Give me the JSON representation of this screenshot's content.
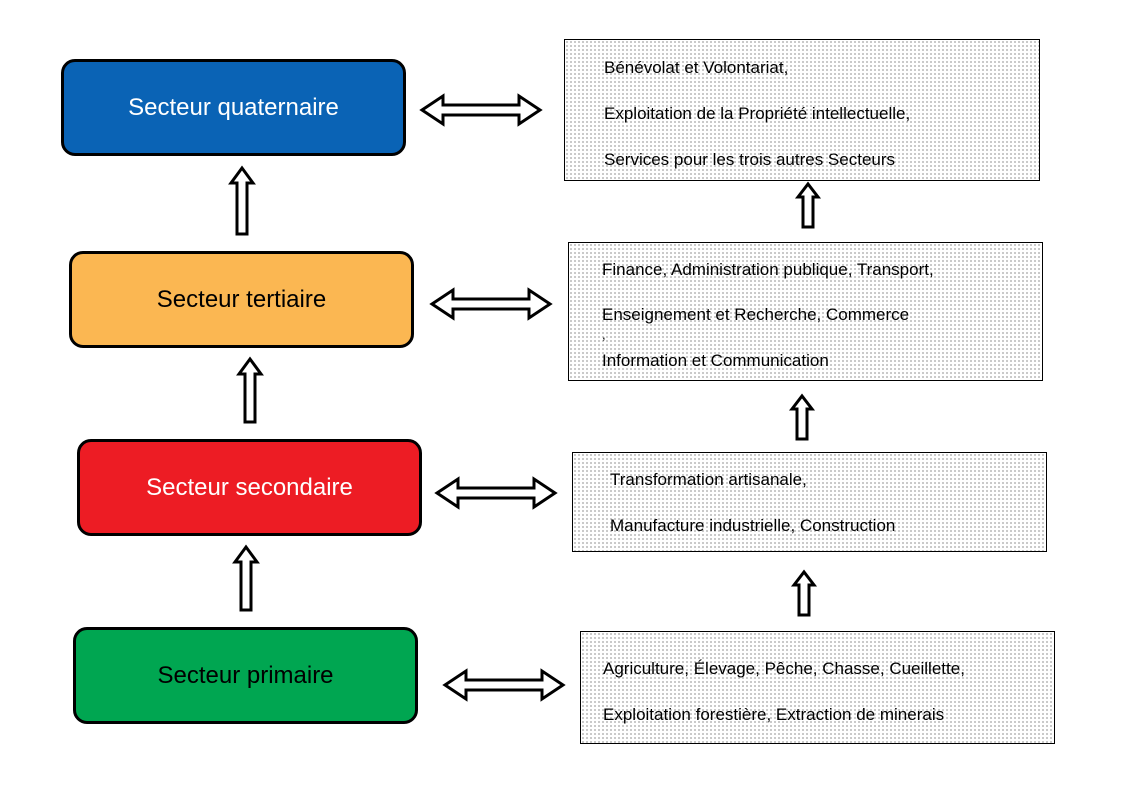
{
  "sectors": {
    "quaternaire": {
      "label": "Secteur quaternaire",
      "color": "#0a63b5",
      "text_color": "#ffffff"
    },
    "tertiaire": {
      "label": "Secteur tertiaire",
      "color": "#fbb752",
      "text_color": "#000000"
    },
    "secondaire": {
      "label": "Secteur secondaire",
      "color": "#ed1c24",
      "text_color": "#ffffff"
    },
    "primaire": {
      "label": "Secteur primaire",
      "color": "#00a651",
      "text_color": "#000000"
    }
  },
  "details": {
    "quaternaire": [
      "Bénévolat et Volontariat,",
      "Exploitation de la Propriété intellectuelle,",
      "Services pour les trois autres Secteurs"
    ],
    "tertiaire": [
      "Finance, Administration publique, Transport,",
      "Enseignement et Recherche, Commerce",
      ",",
      "Information et Communication"
    ],
    "secondaire": [
      "Transformation artisanale,",
      "Manufacture industrielle, Construction"
    ],
    "primaire": [
      "Agriculture, Élevage, Pêche, Chasse, Cueillette,",
      "Exploitation forestière, Extraction de minerais"
    ]
  }
}
